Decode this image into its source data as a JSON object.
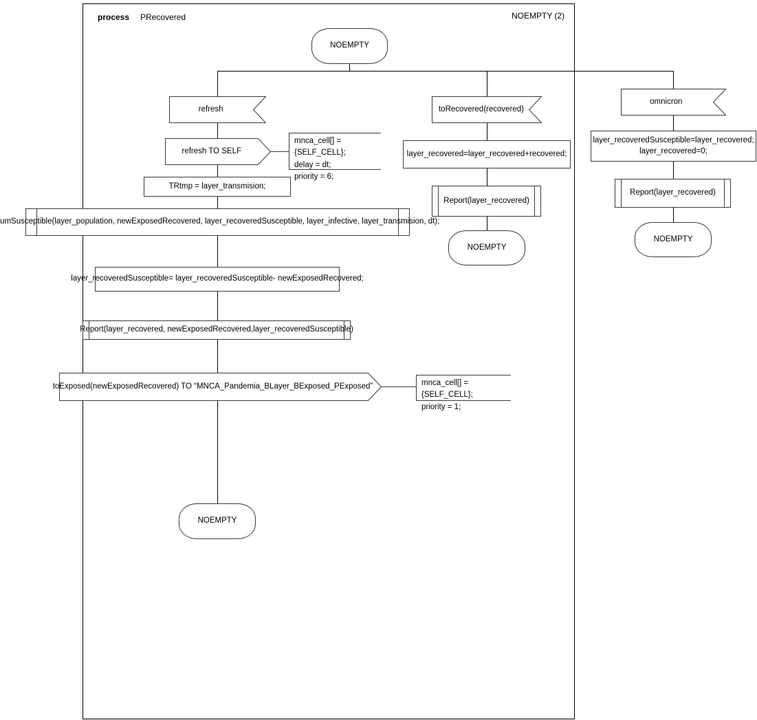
{
  "header": {
    "keyword": "process",
    "name": "PRecovered",
    "right_label": "NOEMPTY (2)"
  },
  "nodes": {
    "start_state": {
      "label": "NOEMPTY",
      "type": "state"
    },
    "branch_refresh": {
      "input": {
        "label": "refresh",
        "type": "input-signal"
      },
      "output": {
        "label": "refresh TO SELF",
        "type": "output-signal"
      },
      "output_comment": {
        "label": "mnca_cell[] = {SELF_CELL};\ndelay = dt;\npriority = 6;",
        "type": "comment"
      },
      "task_trtmp": {
        "label": "TRtmp  = layer_transmision;",
        "type": "task"
      },
      "proc_numsusceptible": {
        "label": "numSusceptible(layer_population, newExposedRecovered, layer_recoveredSusceptible, layer_infective, layer_transmision, dt);",
        "type": "procedure"
      },
      "task_update": {
        "label": "layer_recoveredSusceptible= layer_recoveredSusceptible- newExposedRecovered;",
        "type": "task"
      },
      "proc_report": {
        "label": "Report(layer_recovered, newExposedRecovered,layer_recoveredSusceptible)",
        "type": "procedure"
      },
      "output_exposed": {
        "label": "toExposed(newExposedRecovered) TO “MNCA_Pandemia_BLayer_BExposed_PExposed”",
        "type": "output-signal"
      },
      "output_exposed_comment": {
        "label": "mnca_cell[] = {SELF_CELL};\npriority = 1;",
        "type": "comment"
      },
      "end_state": {
        "label": "NOEMPTY",
        "type": "state"
      }
    },
    "branch_torecovered": {
      "input": {
        "label": "toRecovered(recovered)",
        "type": "input-signal"
      },
      "task_accumulate": {
        "label": "layer_recovered=layer_recovered+recovered;",
        "type": "task"
      },
      "proc_report": {
        "label": "Report(layer_recovered)",
        "type": "procedure"
      },
      "end_state": {
        "label": "NOEMPTY",
        "type": "state"
      }
    },
    "branch_omnicron": {
      "input": {
        "label": "omnicron",
        "type": "input-signal"
      },
      "task_reset": {
        "label": "layer_recoveredSusceptible=layer_recovered;\nlayer_recovered=0;",
        "type": "task"
      },
      "proc_report": {
        "label": "Report(layer_recovered)",
        "type": "procedure"
      },
      "end_state": {
        "label": "NOEMPTY",
        "type": "state"
      }
    }
  },
  "colors": {
    "line": "#3a3a3a",
    "frame": "#000000",
    "text": "#000000",
    "background": "#ffffff"
  }
}
